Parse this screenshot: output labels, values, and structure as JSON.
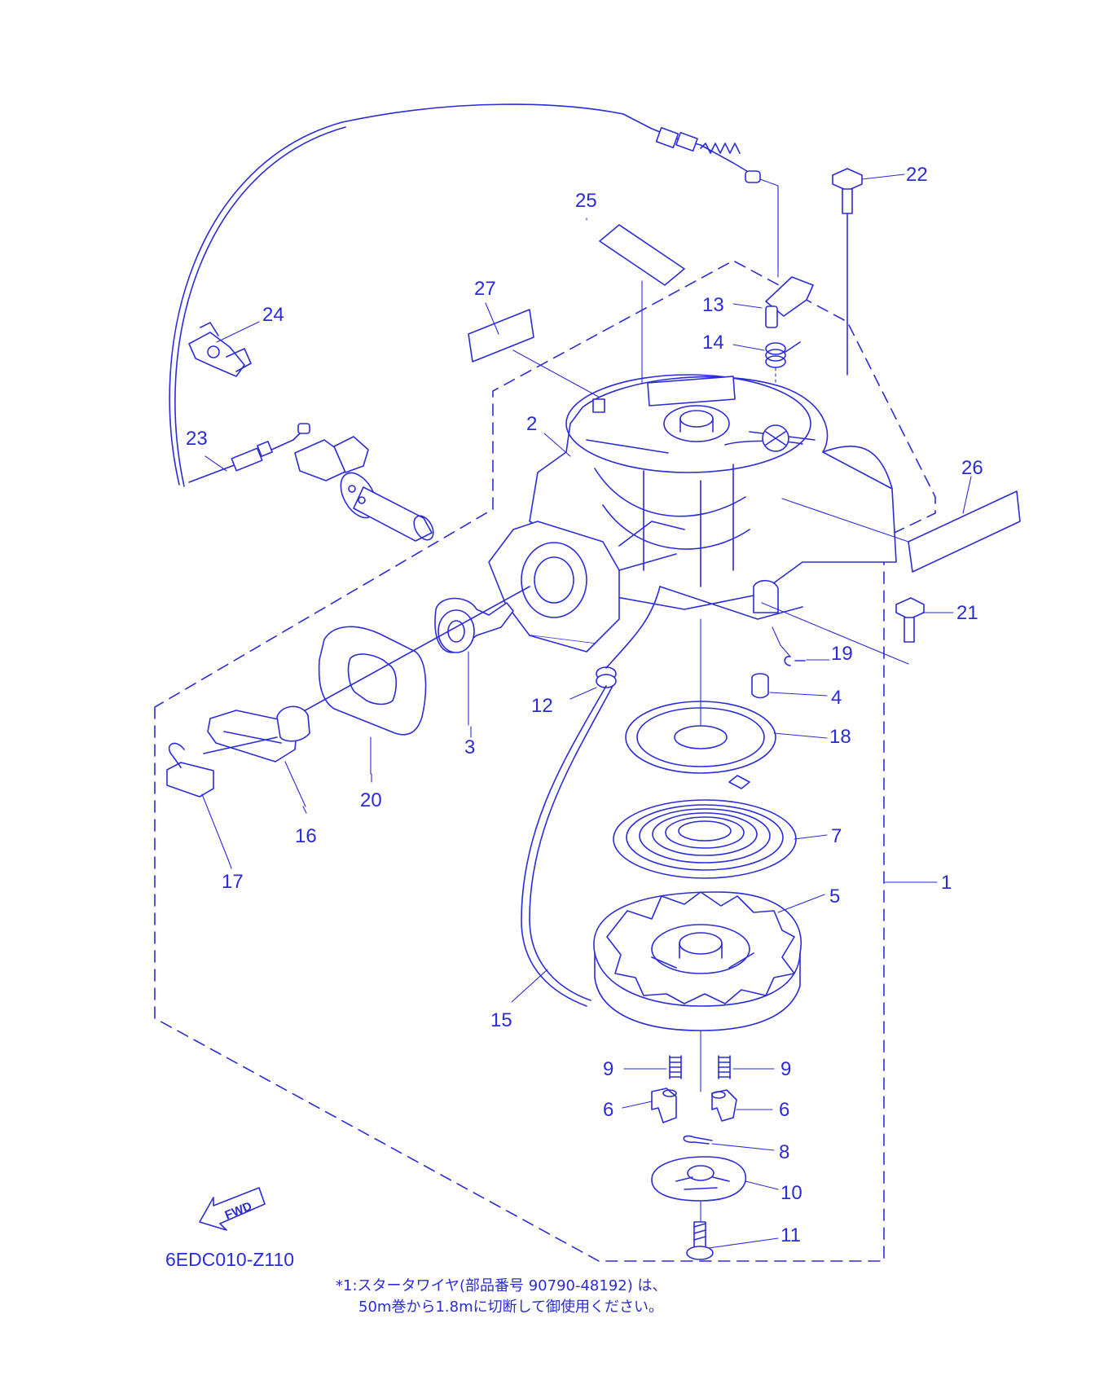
{
  "diagram_code": "6EDC010-Z110",
  "fwd_label": "FWD",
  "footnote": {
    "line1": "*1:スタータワイヤ(部品番号 90790-48192) は、",
    "line2": "50m巻から1.8mに切断して御使用ください。"
  },
  "callouts": {
    "c1": "1",
    "c2": "2",
    "c3": "3",
    "c4": "4",
    "c5": "5",
    "c6a": "6",
    "c6b": "6",
    "c7": "7",
    "c8": "8",
    "c9a": "9",
    "c9b": "9",
    "c10": "10",
    "c11": "11",
    "c12": "12",
    "c13": "13",
    "c14": "14",
    "c15": "15",
    "c16": "16",
    "c17": "17",
    "c18": "18",
    "c19": "19",
    "c20": "20",
    "c21": "21",
    "c22": "22",
    "c23": "23",
    "c24": "24",
    "c25": "25",
    "c26": "26",
    "c27": "27"
  },
  "colors": {
    "line": "#2b2bd8",
    "background": "#ffffff"
  }
}
